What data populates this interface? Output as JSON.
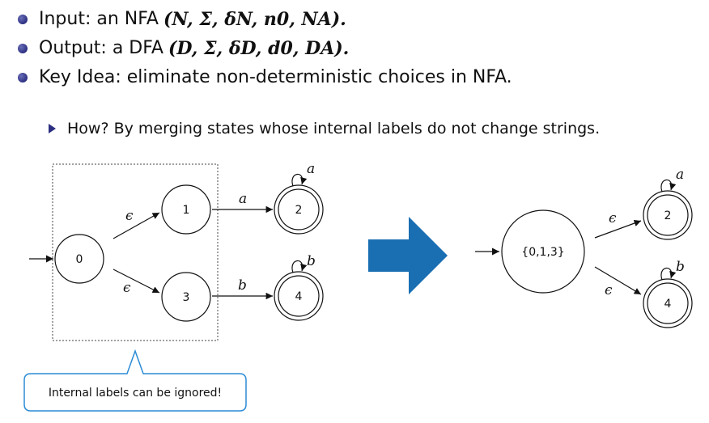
{
  "bullets": [
    {
      "text": "Input: an NFA",
      "math": "(N, Σ, δN, n0, NA)."
    },
    {
      "text": "Output: a DFA",
      "math": "(D, Σ, δD, d0, DA)."
    },
    {
      "text": "Key Idea: eliminate non-deterministic choices in NFA.",
      "math": ""
    }
  ],
  "sub_bullet": "How? By merging states whose internal labels do not change strings.",
  "nfa": {
    "states": [
      "0",
      "1",
      "2",
      "3",
      "4"
    ],
    "labels": {
      "e1": "ϵ",
      "e2": "ϵ",
      "a": "a",
      "b": "b",
      "loop2": "a",
      "loop4": "b"
    }
  },
  "dfa": {
    "states": [
      "{0,1,3}",
      "2",
      "4"
    ],
    "labels": {
      "e1": "ϵ",
      "e2": "ϵ",
      "loop2": "a",
      "loop4": "b"
    }
  },
  "callout": "Internal labels can be ignored!",
  "colors": {
    "arrow": "#1a6fb3",
    "bullet": "#2c2f80",
    "callout_border": "#2c8cd6"
  }
}
